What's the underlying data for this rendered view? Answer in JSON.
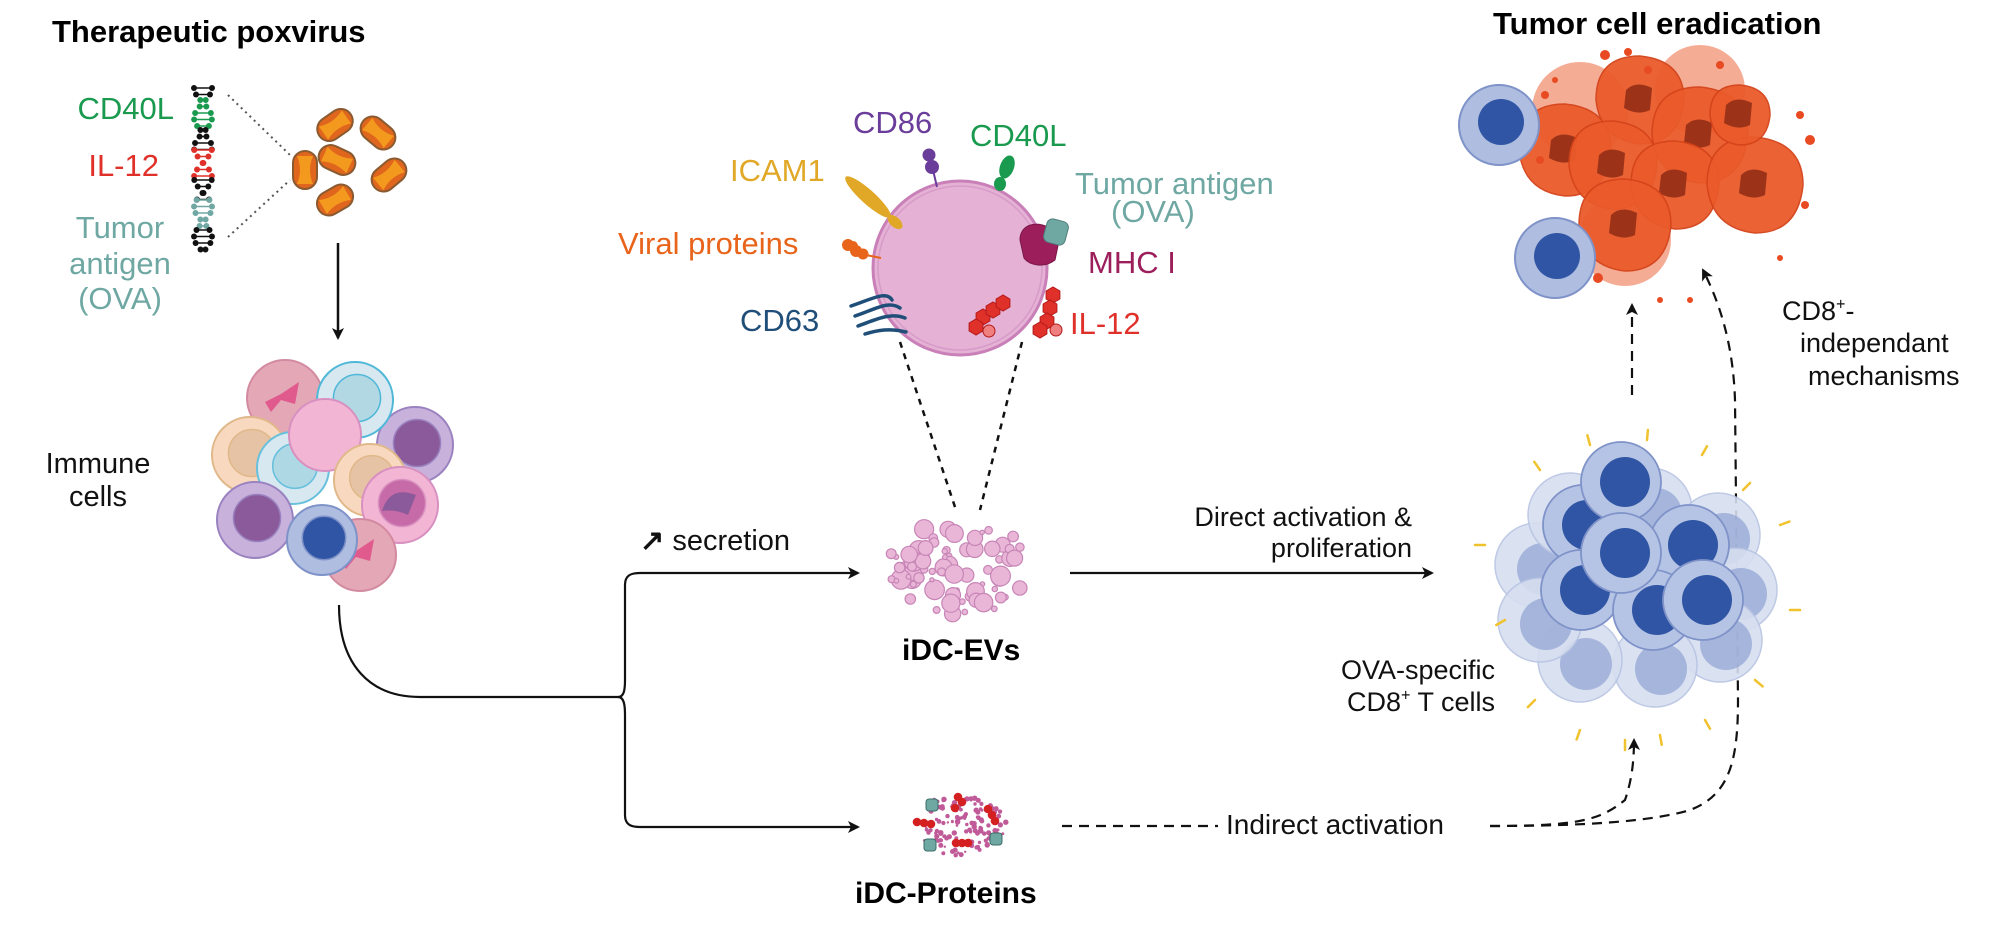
{
  "colors": {
    "cd40l": "#1a9a4f",
    "il12": "#e0302a",
    "tumor_antigen": "#6fa8a3",
    "cd86": "#6a3d9a",
    "icam1": "#e0a826",
    "viral_proteins": "#e8641b",
    "mhc1": "#9c1f5c",
    "cd63": "#1f4e79",
    "vesicle": "#e5b2d6",
    "virus": "#f39a1e",
    "t_cell_nucleus": "#2f55a4",
    "t_cell_body": "#aebde0",
    "tumor": "#ea5a2a",
    "tumor_nucleus": "#9c3318"
  },
  "sections": {
    "left_title": "Therapeutic poxvirus",
    "right_title": "Tumor cell eradication"
  },
  "poxvirus": {
    "genes": [
      {
        "label": "CD40L",
        "color_key": "cd40l"
      },
      {
        "label": "IL-12",
        "color_key": "il12"
      },
      {
        "label": "Tumor antigen (OVA)",
        "lines": [
          "Tumor",
          "antigen",
          "(OVA)"
        ],
        "color_key": "tumor_antigen"
      }
    ]
  },
  "immune_cells": {
    "label_lines": [
      "Immune",
      "cells"
    ]
  },
  "vesicle": {
    "markers": {
      "cd86": "CD86",
      "cd40l": "CD40L",
      "icam1": "ICAM1",
      "tumor_antigen": [
        "Tumor antigen",
        "(OVA)"
      ],
      "viral_proteins": "Viral proteins",
      "mhc1": "MHC I",
      "cd63": "CD63",
      "il12": "IL-12"
    }
  },
  "flow": {
    "secretion_icon": "arrow-up-right-icon",
    "secretion_symbol": "↗",
    "secretion_label": "secretion",
    "evs_label": "iDC-EVs",
    "proteins_label": "iDC-Proteins",
    "direct_activation_lines": [
      "Direct activation &",
      "proliferation"
    ],
    "indirect_activation": "Indirect activation",
    "t_cells_lines": [
      "OVA-specific",
      "CD8",
      "+",
      " T cells"
    ],
    "cd8_independent_lines": [
      "CD8",
      "+",
      "-",
      "independant",
      "mechanisms"
    ]
  }
}
